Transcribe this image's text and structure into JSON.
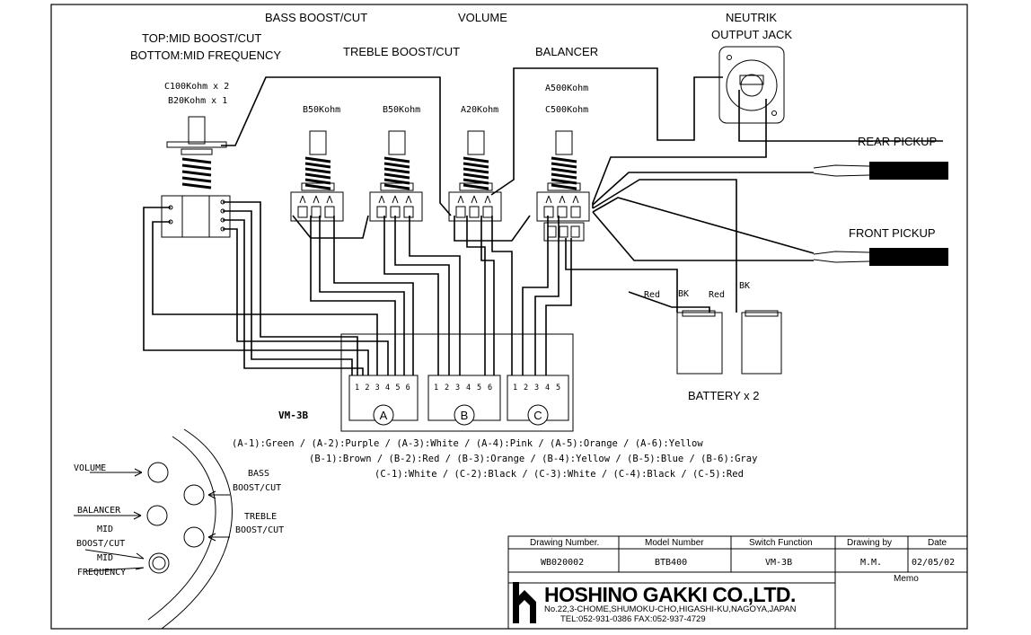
{
  "labels": {
    "bass": "BASS BOOST/CUT",
    "volume": "VOLUME",
    "treble": "TREBLE BOOST/CUT",
    "balancer": "BALANCER",
    "mid_top": "TOP:MID BOOST/CUT",
    "mid_bottom": "BOTTOM:MID FREQUENCY",
    "jack_1": "NEUTRIK",
    "jack_2": "OUTPUT JACK",
    "rear_pickup": "REAR PICKUP",
    "front_pickup": "FRONT PICKUP",
    "battery": "BATTERY x 2",
    "vm3b": "VM-3B"
  },
  "pots": {
    "mid_1": "C100Kohm x 2",
    "mid_2": "B20Kohm x 1",
    "bass": "B50Kohm",
    "treble": "B50Kohm",
    "volume": "A20Kohm",
    "balancer_1": "A500Kohm",
    "balancer_2": "C500Kohm"
  },
  "battery_wires": {
    "red1": "Red",
    "bk1": "BK",
    "red2": "Red",
    "bk2": "BK"
  },
  "connectors": {
    "a": {
      "letter": "A",
      "pins": [
        "1",
        "2",
        "3",
        "4",
        "5",
        "6"
      ]
    },
    "b": {
      "letter": "B",
      "pins": [
        "1",
        "2",
        "3",
        "4",
        "5",
        "6"
      ]
    },
    "c": {
      "letter": "C",
      "pins": [
        "1",
        "2",
        "3",
        "4",
        "5"
      ]
    }
  },
  "color_codes": [
    "(A-1):Green / (A-2):Purple / (A-3):White / (A-4):Pink / (A-5):Orange / (A-6):Yellow",
    "(B-1):Brown / (B-2):Red / (B-3):Orange / (B-4):Yellow / (B-5):Blue / (B-6):Gray",
    "(C-1):White / (C-2):Black / (C-3):White / (C-4):Black / (C-5):Red"
  ],
  "knob_layout": {
    "volume": "VOLUME",
    "bass_1": "BASS",
    "bass_2": "BOOST/CUT",
    "balancer": "BALANCER",
    "treble_1": "TREBLE",
    "treble_2": "BOOST/CUT",
    "mid1_1": "MID",
    "mid1_2": "BOOST/CUT",
    "mid2_1": "MID",
    "mid2_2": "FREQUENCY"
  },
  "title_block": {
    "headers": [
      "Drawing Number.",
      "Model Number",
      "Switch Function",
      "Drawing by",
      "Date"
    ],
    "values": [
      "WB020002",
      "BTB400",
      "VM-3B",
      "M.M.",
      "02/05/02"
    ],
    "memo": "Memo",
    "company": "HOSHINO GAKKI CO.,LTD.",
    "address": "No.22,3-CHOME,SHUMOKU-CHO,HIGASHI-KU,NAGOYA,JAPAN",
    "tel": "TEL:052-931-0386  FAX:052-937-4729"
  }
}
